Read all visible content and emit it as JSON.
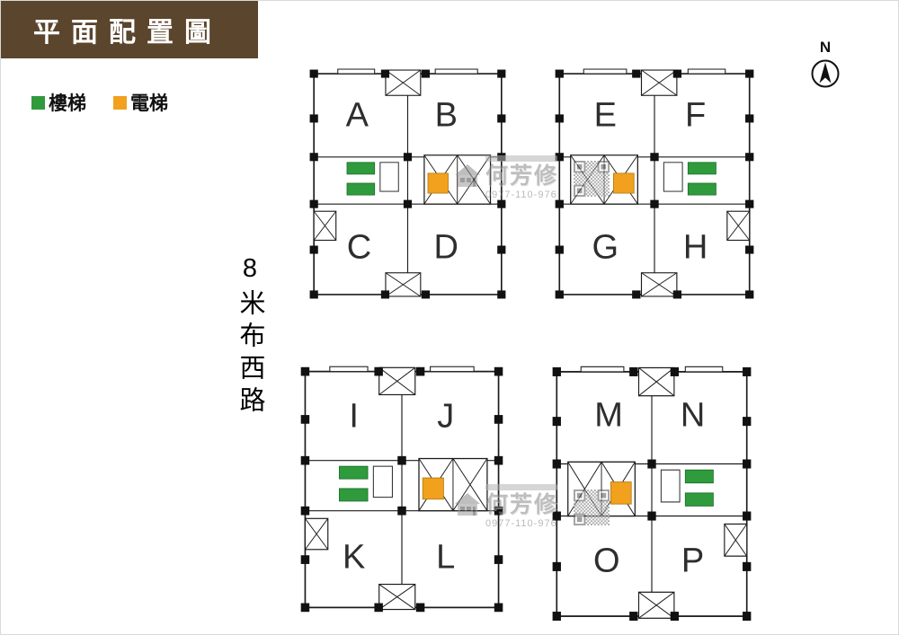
{
  "title": "平面配置圖",
  "legend": {
    "stairs": {
      "label": "樓梯",
      "color": "#2f9b3c"
    },
    "elevator": {
      "label": "電梯",
      "color": "#f1a11e"
    }
  },
  "road_label": "8米布西路",
  "north": {
    "label": "N"
  },
  "blocks": [
    {
      "name": "block-ABCD",
      "units": {
        "tl": "A",
        "tr": "B",
        "bl": "C",
        "br": "D"
      }
    },
    {
      "name": "block-EFGH",
      "units": {
        "tl": "E",
        "tr": "F",
        "bl": "G",
        "br": "H"
      }
    },
    {
      "name": "block-IJKL",
      "units": {
        "tl": "I",
        "tr": "J",
        "bl": "K",
        "br": "L"
      }
    },
    {
      "name": "block-MNOP",
      "units": {
        "tl": "M",
        "tr": "N",
        "bl": "O",
        "br": "P"
      }
    }
  ],
  "watermark": {
    "name": "何芳修",
    "phone": "0977-110-976"
  },
  "icons": {
    "north_arrow": "compass-north-arrow",
    "stairs_swatch": "green-square",
    "elevator_swatch": "orange-square",
    "shaft_symbol": "x-crossed-box",
    "watermark_house": "house-logo",
    "watermark_qr": "qr-code"
  }
}
